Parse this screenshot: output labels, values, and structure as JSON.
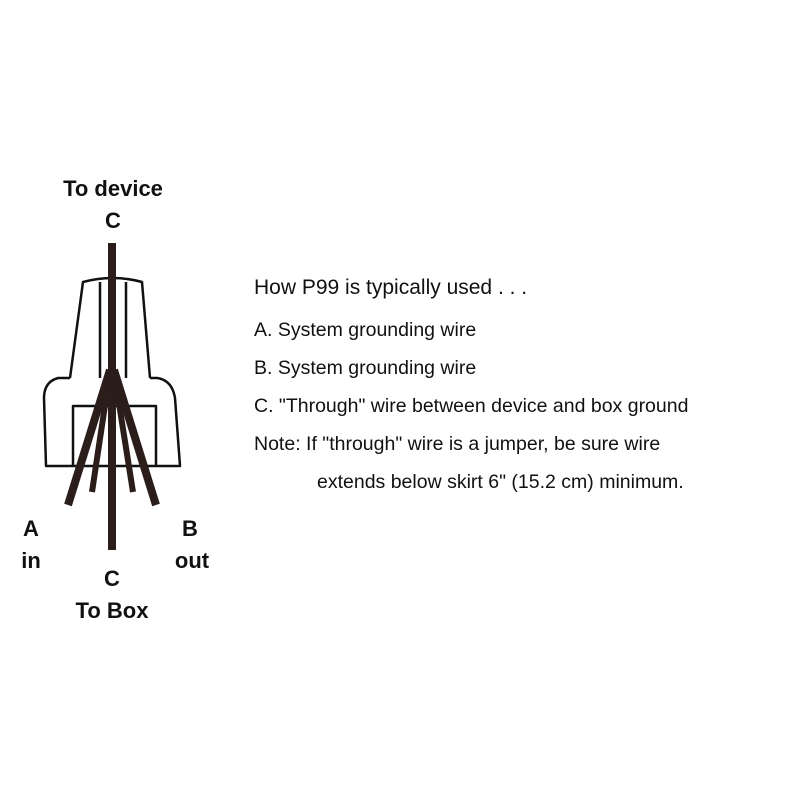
{
  "diagram": {
    "label_top": "To device",
    "label_c_top": "C",
    "label_a": "A",
    "label_in": "in",
    "label_b": "B",
    "label_out": "out",
    "label_c_bottom": "C",
    "label_bottom": "To Box",
    "wire_color": "#2a1d1a",
    "outline_color": "#111111"
  },
  "legend": {
    "title": "How P99 is typically used . . .",
    "items": [
      "A. System grounding wire",
      "B. System grounding wire",
      "C. \"Through\" wire between device and box ground"
    ],
    "note_line1": "Note: If \"through\" wire is a jumper, be sure wire",
    "note_line2": "extends below skirt 6\" (15.2 cm) minimum."
  }
}
